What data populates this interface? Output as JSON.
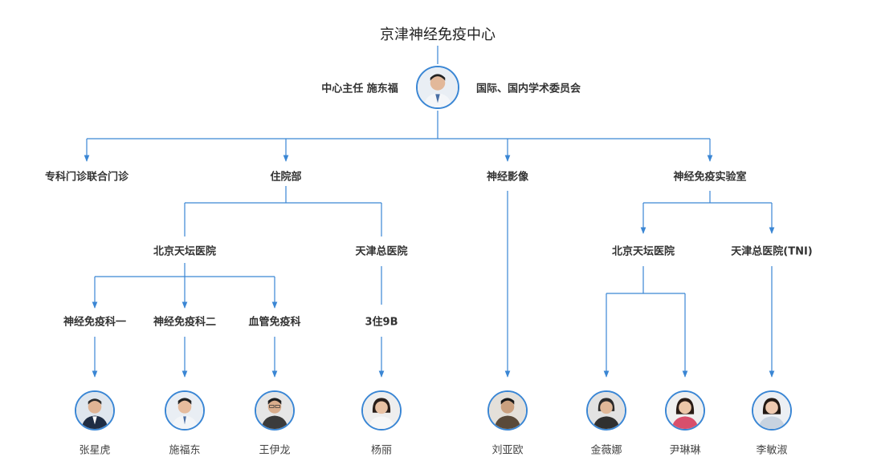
{
  "title": "京津神经免疫中心",
  "director_label": "中心主任 施东福",
  "committee_label": "国际、国内学术委员会",
  "departments": {
    "outpatient": "专科门诊联合门诊",
    "inpatient": "住院部",
    "imaging": "神经影像",
    "lab": "神经免疫实验室"
  },
  "inpatient_branches": {
    "beijing": "北京天坛医院",
    "tianjin": "天津总医院"
  },
  "lab_branches": {
    "beijing": "北京天坛医院",
    "tianjin": "天津总医院(TNI)"
  },
  "wards": {
    "ward1": "神经免疫科一",
    "ward2": "神经免疫科二",
    "ward3": "血管免疫科",
    "ward4": "3住9B"
  },
  "people": [
    {
      "name": "张星虎",
      "icon": "person-avatar-icon"
    },
    {
      "name": "施福东",
      "icon": "person-avatar-icon"
    },
    {
      "name": "王伊龙",
      "icon": "person-avatar-icon"
    },
    {
      "name": "杨丽",
      "icon": "person-avatar-icon"
    },
    {
      "name": "刘亚欧",
      "icon": "person-avatar-icon"
    },
    {
      "name": "金薇娜",
      "icon": "person-avatar-icon"
    },
    {
      "name": "尹琳琳",
      "icon": "person-avatar-icon"
    },
    {
      "name": "李敏淑",
      "icon": "person-avatar-icon"
    }
  ],
  "colors": {
    "line": "#3a86d4",
    "text": "#333333"
  }
}
